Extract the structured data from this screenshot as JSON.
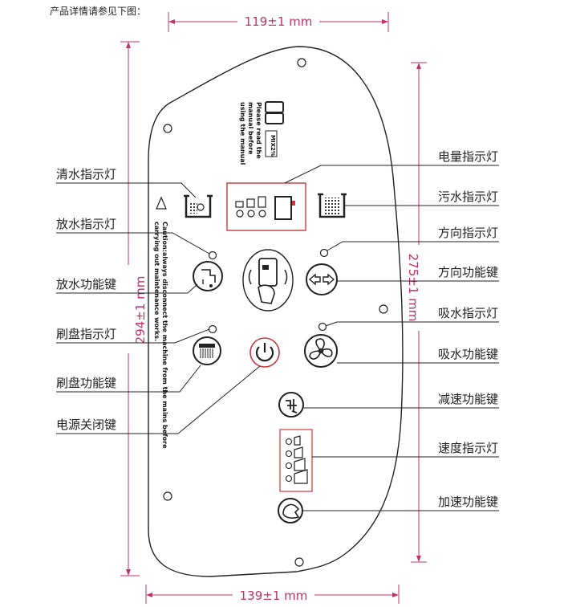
{
  "caption": "产品详情请参见下图：",
  "dimensions": {
    "top_width": "119±1 mm",
    "bottom_width": "139±1 mm",
    "left_height": "294±1 mm",
    "right_height": "275±1 mm"
  },
  "labels": {
    "left": [
      "清水指示灯",
      "放水指示灯",
      "放水功能键",
      "刷盘指示灯",
      "刷盘功能键",
      "电源关闭键"
    ],
    "right": [
      "电量指示灯",
      "污水指示灯",
      "方向指示灯",
      "方向功能键",
      "吸水指示灯",
      "吸水功能键",
      "减速功能键",
      "速度指示灯",
      "加速功能键"
    ]
  },
  "panel_text": {
    "manual_note": [
      "Please read the",
      "manual before",
      "using the manual"
    ],
    "caution_note": [
      "Caution:always disconnect the machine from the mains before",
      "carrying out maintenance works."
    ],
    "mix_badge": "MIX2%"
  },
  "colors": {
    "dimension": "#c0306a",
    "line": "#222222",
    "red_accent": "#c43a3a"
  }
}
